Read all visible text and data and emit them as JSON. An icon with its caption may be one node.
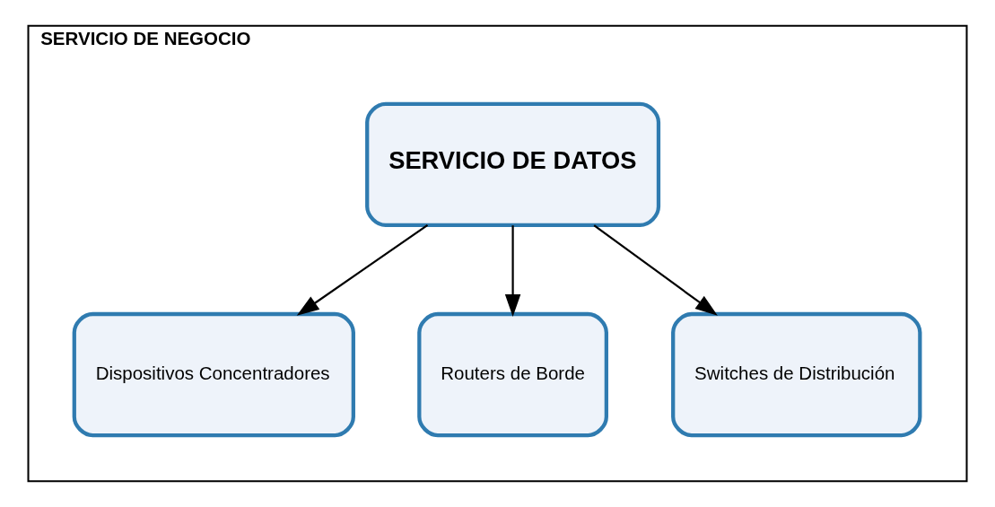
{
  "diagram": {
    "nodes": [
      {
        "text": [
          "SERVICIO DE NEGOCIO"
        ]
      },
      {
        "text": [
          "SERVICIO DE DATOS"
        ],
        "in": 0
      },
      {
        "text": [
          "Dispositivos Concentradores"
        ],
        "in": 0
      },
      {
        "text": [
          "Routers de Borde"
        ],
        "in": 0
      },
      {
        "text": [
          "Switches de Distribución"
        ],
        "in": 0
      }
    ],
    "edges": [
      {
        "from": 1,
        "to": 2,
        "arrow": "to"
      },
      {
        "from": 1,
        "to": 3,
        "arrow": "to"
      },
      {
        "from": 1,
        "to": 4,
        "arrow": "to"
      }
    ]
  }
}
